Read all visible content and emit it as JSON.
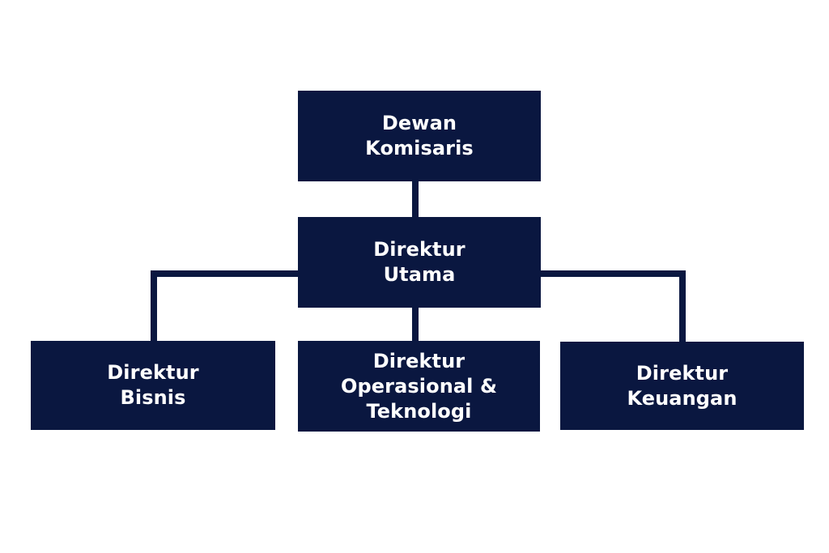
{
  "chart_data": {
    "type": "diagram",
    "diagram_kind": "organizational-chart",
    "title": "",
    "orientation": "top-down",
    "colors": {
      "node_fill": "#0a1740",
      "node_text": "#ffffff",
      "connector": "#0a1740",
      "background": "#ffffff"
    },
    "nodes": [
      {
        "id": "dewan-komisaris",
        "label": "Dewan\nKomisaris",
        "level": 0
      },
      {
        "id": "direktur-utama",
        "label": "Direktur\nUtama",
        "level": 1
      },
      {
        "id": "direktur-bisnis",
        "label": "Direktur\nBisnis",
        "level": 2
      },
      {
        "id": "direktur-operasional",
        "label": "Direktur\nOperasional &\nTeknologi",
        "level": 2
      },
      {
        "id": "direktur-keuangan",
        "label": "Direktur\nKeuangan",
        "level": 2
      }
    ],
    "edges": [
      {
        "from": "dewan-komisaris",
        "to": "direktur-utama"
      },
      {
        "from": "direktur-utama",
        "to": "direktur-bisnis"
      },
      {
        "from": "direktur-utama",
        "to": "direktur-operasional"
      },
      {
        "from": "direktur-utama",
        "to": "direktur-keuangan"
      }
    ]
  },
  "org_chart": {
    "root": {
      "label": "Dewan\nKomisaris"
    },
    "executive": {
      "label": "Direktur\nUtama"
    },
    "directors": [
      {
        "label": "Direktur\nBisnis"
      },
      {
        "label": "Direktur\nOperasional &\nTeknologi"
      },
      {
        "label": "Direktur\nKeuangan"
      }
    ]
  }
}
